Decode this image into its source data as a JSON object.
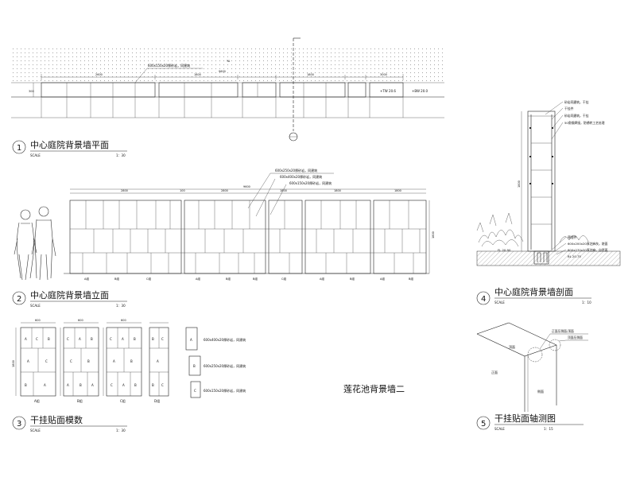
{
  "panels": [
    {
      "num": "1",
      "title": "中心庭院背景墙平面",
      "scale_label": "SCALE",
      "scale": "1：30"
    },
    {
      "num": "2",
      "title": "中心庭院背景墙立面",
      "scale_label": "SCALE",
      "scale": "1：30"
    },
    {
      "num": "3",
      "title": "干挂贴面模数",
      "scale_label": "SCALE",
      "scale": "1：30"
    },
    {
      "num": "4",
      "title": "中心庭院背景墙剖面",
      "scale_label": "SCALE",
      "scale": "1：10"
    },
    {
      "num": "5",
      "title": "干挂贴面轴测图",
      "scale_label": "SCALE",
      "scale": "1：15"
    }
  ],
  "drawing_title": "莲花池背景墙二",
  "plan": {
    "note": "600x150x20厚砂岩，同建筑",
    "level_a": "+TW 20.6",
    "level_b": "+BW 20.0",
    "dims": [
      "2600",
      "200",
      "1800",
      "200",
      "1800",
      "3000"
    ],
    "total": "9600"
  },
  "elevation": {
    "notes": [
      "600x250x20厚砂岩，同建筑",
      "600x400x20厚砂岩，同建筑",
      "600x150x20厚砂岩，同建筑"
    ],
    "dims": [
      "2800",
      "100",
      "2800",
      "100",
      "1800",
      "100",
      "1800",
      "100",
      "1800"
    ],
    "total": "9600",
    "height": "1800",
    "groups": [
      "A组",
      "B组",
      "C组",
      "A组",
      "B组",
      "B组",
      "C组",
      "A组",
      "B组",
      "A组",
      "B组"
    ]
  },
  "module": {
    "group_labels": [
      "A组",
      "B组",
      "C组",
      "D组"
    ],
    "width": "600",
    "height": "1800",
    "legend": [
      {
        "key": "A",
        "text": "600x400x20厚砂岩，同建筑"
      },
      {
        "key": "B",
        "text": "600x250x20厚砂岩，同建筑"
      },
      {
        "key": "C",
        "text": "600x150x20厚砂岩，同建筑"
      }
    ],
    "cells": [
      [
        "A",
        "C",
        "B",
        "A",
        "C",
        "B",
        "A",
        "C"
      ],
      [
        "C",
        "A",
        "B",
        "C",
        "B",
        "A",
        "B",
        "A"
      ],
      [
        "C",
        "A",
        "B",
        "A",
        "B",
        "C",
        "A",
        "B"
      ],
      [
        "B",
        "C",
        "A",
        "B",
        "C"
      ]
    ]
  },
  "section": {
    "notes": [
      "砂岩同建筑，干挂",
      "干挂件",
      "砂岩同建筑，干挂",
      "50角钢焊接，防锈转工艺处理"
    ],
    "lower_notes": [
      "预埋件",
      "600x200x20厚芝麻灰，烧面",
      "600x270x20厚芝麻，自然面"
    ],
    "level_a": "FL 20.90",
    "level_b": "BL 20.75",
    "height": "1800"
  },
  "axon": {
    "notes": [
      "正面压侧面/顶面",
      "顶面压侧面"
    ],
    "face_labels": [
      "顶面",
      "正面",
      "侧面"
    ]
  }
}
